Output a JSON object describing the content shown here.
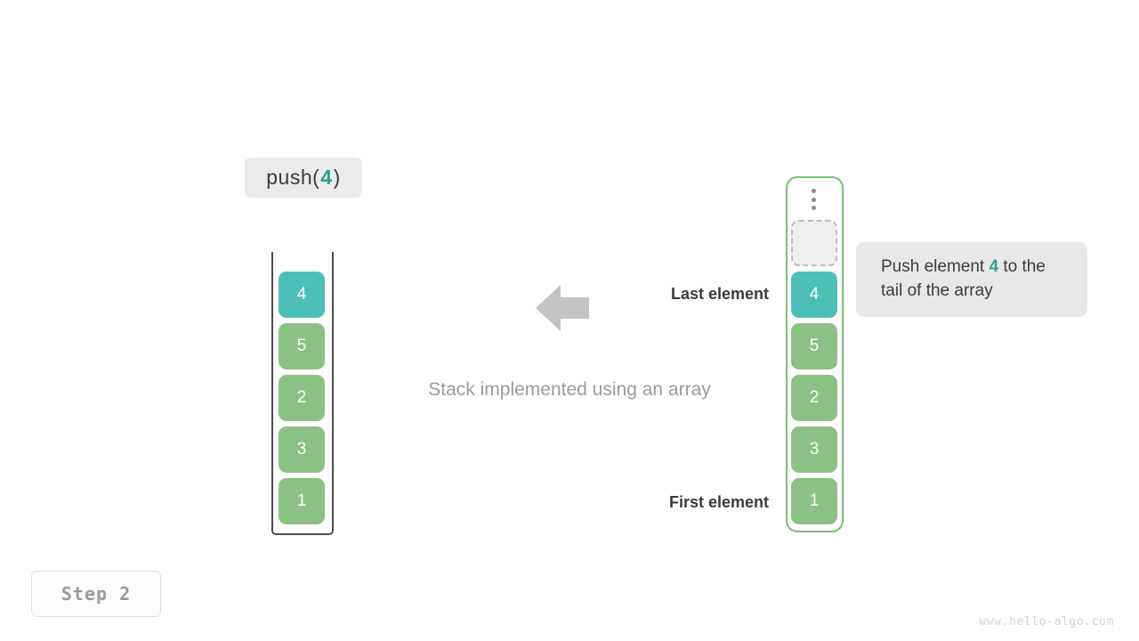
{
  "operation": {
    "prefix": "push(",
    "argument": "4",
    "suffix": ")"
  },
  "left_stack": {
    "title": "Stack implemented using an array",
    "cells": [
      {
        "value": "4",
        "color": "teal"
      },
      {
        "value": "5",
        "color": "green"
      },
      {
        "value": "2",
        "color": "green"
      },
      {
        "value": "3",
        "color": "green"
      },
      {
        "value": "1",
        "color": "green"
      }
    ]
  },
  "annotations": {
    "last_element": "Last element",
    "first_element": "First element",
    "arrow_direction": "left"
  },
  "right_array": {
    "ellipsis": "vertical-ellipsis",
    "empty_slot_label": "",
    "cells": [
      {
        "value": "4",
        "color": "teal"
      },
      {
        "value": "5",
        "color": "green"
      },
      {
        "value": "2",
        "color": "green"
      },
      {
        "value": "3",
        "color": "green"
      },
      {
        "value": "1",
        "color": "green"
      }
    ]
  },
  "description": {
    "part1": "Push element ",
    "accent": "4",
    "part2": " to the tail of the array"
  },
  "footer": {
    "step_label": "Step 2",
    "watermark": "www.hello-algo.com"
  },
  "colors": {
    "teal": "#4DBFB8",
    "green": "#8CC185",
    "accent_text": "#2d9e92",
    "arrow": "#c4c4c4",
    "caption": "#9b9b9b",
    "label_background": "#ebebeb",
    "description_background": "#e8e8e8"
  }
}
